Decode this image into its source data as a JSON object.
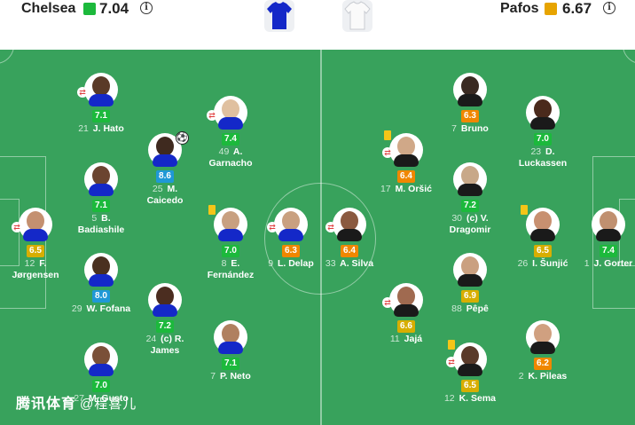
{
  "home": {
    "name": "Chelsea",
    "rating": "7.04",
    "rating_color": "#1cb93c",
    "kit_color": "#1428c8"
  },
  "away": {
    "name": "Pafos",
    "rating": "6.67",
    "rating_color": "#e7a400",
    "kit_color": "#f2f2f2"
  },
  "colors": {
    "green": "#1cb93c",
    "orange": "#f08700",
    "yellow": "#d7ae00",
    "blue": "#1f98d6",
    "pitch": "#38a25c"
  },
  "players": [
    {
      "num": "21",
      "name": "J. Hato",
      "rating": "7.1",
      "color": "green",
      "sub": true
    },
    {
      "num": "5",
      "name": "B.",
      "name2": "Badiashile",
      "rating": "7.1",
      "color": "green"
    },
    {
      "num": "12",
      "name": "F.",
      "name2": "Jørgensen",
      "rating": "6.5",
      "color": "yellow",
      "sub": true
    },
    {
      "num": "29",
      "name": "W. Fofana",
      "rating": "8.0",
      "color": "blue"
    },
    {
      "num": "27",
      "name": "M. Gusto",
      "rating": "7.0",
      "color": "green"
    },
    {
      "num": "25",
      "name": "M.",
      "name2": "Caicedo",
      "rating": "8.6",
      "color": "blue",
      "goal": true
    },
    {
      "num": "24",
      "name": "(c) R.",
      "name2": "James",
      "rating": "7.2",
      "color": "green"
    },
    {
      "num": "49",
      "name": "A.",
      "name2": "Garnacho",
      "rating": "7.4",
      "color": "green",
      "sub": true
    },
    {
      "num": "8",
      "name": "E.",
      "name2": "Fernández",
      "rating": "7.0",
      "color": "green",
      "yc": true
    },
    {
      "num": "7",
      "name": "P. Neto",
      "rating": "7.1",
      "color": "green"
    },
    {
      "num": "9",
      "name": "L. Delap",
      "rating": "6.3",
      "color": "orange",
      "sub": true
    },
    {
      "num": "33",
      "name": "A. Silva",
      "rating": "6.4",
      "color": "orange",
      "sub": true
    },
    {
      "num": "17",
      "name": "M. Oršić",
      "rating": "6.4",
      "color": "orange",
      "sub": true,
      "yc": true
    },
    {
      "num": "11",
      "name": "Jajá",
      "rating": "6.6",
      "color": "yellow",
      "sub": true
    },
    {
      "num": "7",
      "name": "Bruno",
      "rating": "6.3",
      "color": "orange"
    },
    {
      "num": "30",
      "name": "(c) V.",
      "name2": "Dragomir",
      "rating": "7.2",
      "color": "green"
    },
    {
      "num": "88",
      "name": "Pêpê",
      "rating": "6.9",
      "color": "yellow"
    },
    {
      "num": "23",
      "name": "D.",
      "name2": "Luckassen",
      "rating": "7.0",
      "color": "green"
    },
    {
      "num": "26",
      "name": "I. Šunjić",
      "rating": "6.5",
      "color": "yellow",
      "yc": true
    },
    {
      "num": "12",
      "name": "K. Sema",
      "rating": "6.5",
      "color": "yellow",
      "sub": true,
      "yc": true
    },
    {
      "num": "2",
      "name": "K. Pileas",
      "rating": "6.2",
      "color": "orange"
    },
    {
      "num": "1",
      "name": "J. Gorter",
      "rating": "7.4",
      "color": "green"
    }
  ],
  "watermark": {
    "brand": "腾讯体育",
    "handle": "@程喜儿"
  }
}
